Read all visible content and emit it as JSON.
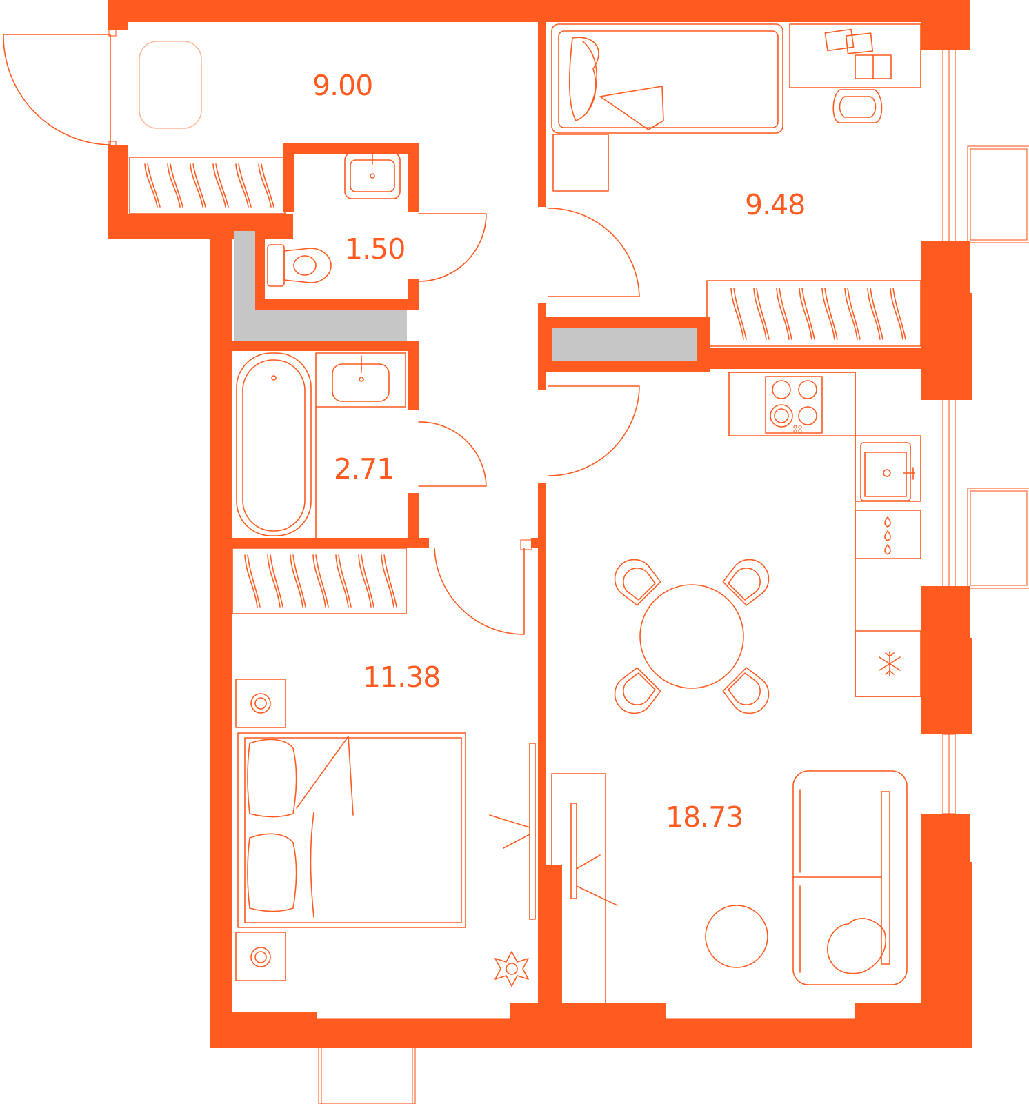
{
  "accent_color": "#ff5a1f",
  "rooms": [
    {
      "id": "hallway",
      "area": "9.00"
    },
    {
      "id": "bedroom-small",
      "area": "9.48"
    },
    {
      "id": "toilet",
      "area": "1.50"
    },
    {
      "id": "bathroom",
      "area": "2.71"
    },
    {
      "id": "bedroom-large",
      "area": "11.38"
    },
    {
      "id": "kitchen-living",
      "area": "18.73"
    }
  ]
}
